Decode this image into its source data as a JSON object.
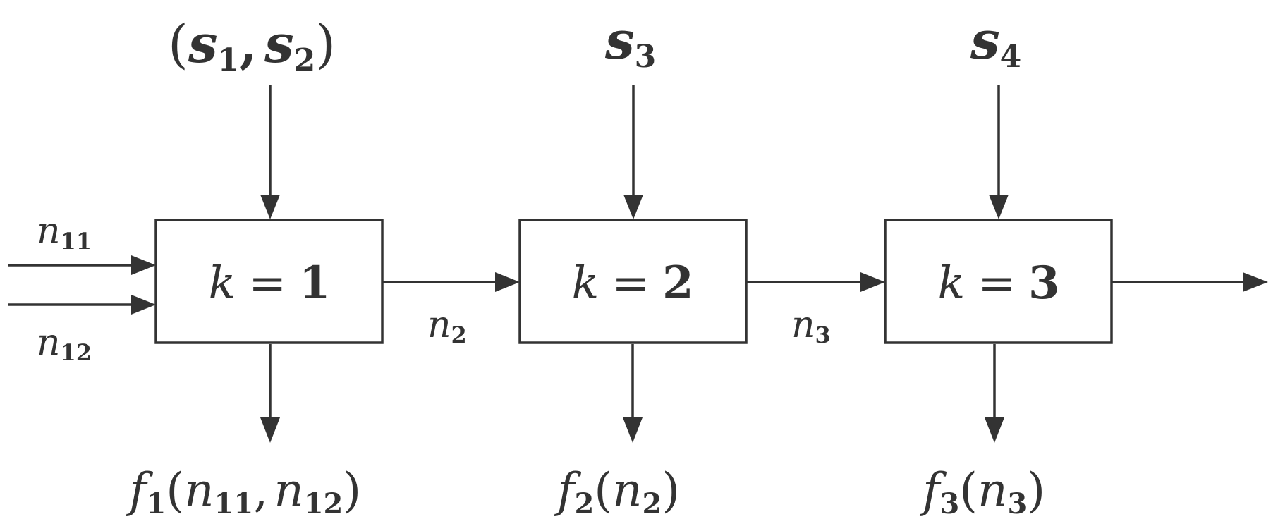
{
  "stages": [
    {
      "id": "stage-1",
      "box": {
        "var": "k",
        "eq": "=",
        "value": "1"
      },
      "top_input": {
        "open": "(",
        "a": "s",
        "a_sub": "1",
        "comma": ",",
        "b": "s",
        "b_sub": "2",
        "close": ")"
      },
      "bottom_output": {
        "f": "f",
        "f_sub": "1",
        "open": "(",
        "a": "n",
        "a_sub": "11",
        "comma": ",",
        "b": "n",
        "b_sub": "12",
        "close": ")"
      }
    },
    {
      "id": "stage-2",
      "box": {
        "var": "k",
        "eq": "=",
        "value": "2"
      },
      "top_input": {
        "s": "s",
        "s_sub": "3"
      },
      "bottom_output": {
        "f": "f",
        "f_sub": "2",
        "open": "(",
        "a": "n",
        "a_sub": "2",
        "close": ")"
      }
    },
    {
      "id": "stage-3",
      "box": {
        "var": "k",
        "eq": "=",
        "value": "3"
      },
      "top_input": {
        "s": "s",
        "s_sub": "4"
      },
      "bottom_output": {
        "f": "f",
        "f_sub": "3",
        "open": "(",
        "a": "n",
        "a_sub": "3",
        "close": ")"
      }
    }
  ],
  "left_inputs": [
    {
      "n": "n",
      "sub": "11"
    },
    {
      "n": "n",
      "sub": "12"
    }
  ],
  "connections": [
    {
      "from": "stage-1",
      "to": "stage-2",
      "n": "n",
      "sub": "2"
    },
    {
      "from": "stage-2",
      "to": "stage-3",
      "n": "n",
      "sub": "3"
    }
  ],
  "colors": {
    "ink": "#333333",
    "background": "#ffffff"
  }
}
